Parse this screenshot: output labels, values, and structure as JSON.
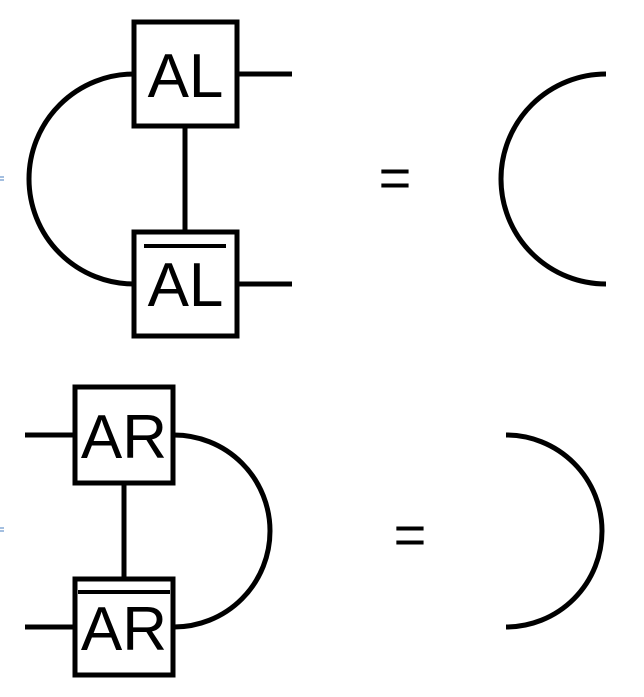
{
  "left_canonical": {
    "top_tensor_label": "AL",
    "bottom_tensor_label": "AL",
    "equals_sign": "="
  },
  "right_canonical": {
    "top_tensor_label": "AR",
    "bottom_tensor_label": "AR",
    "equals_sign": "="
  },
  "colors": {
    "stroke": "#000000",
    "background": "#ffffff",
    "margin_mark": "#4a7fc0"
  }
}
